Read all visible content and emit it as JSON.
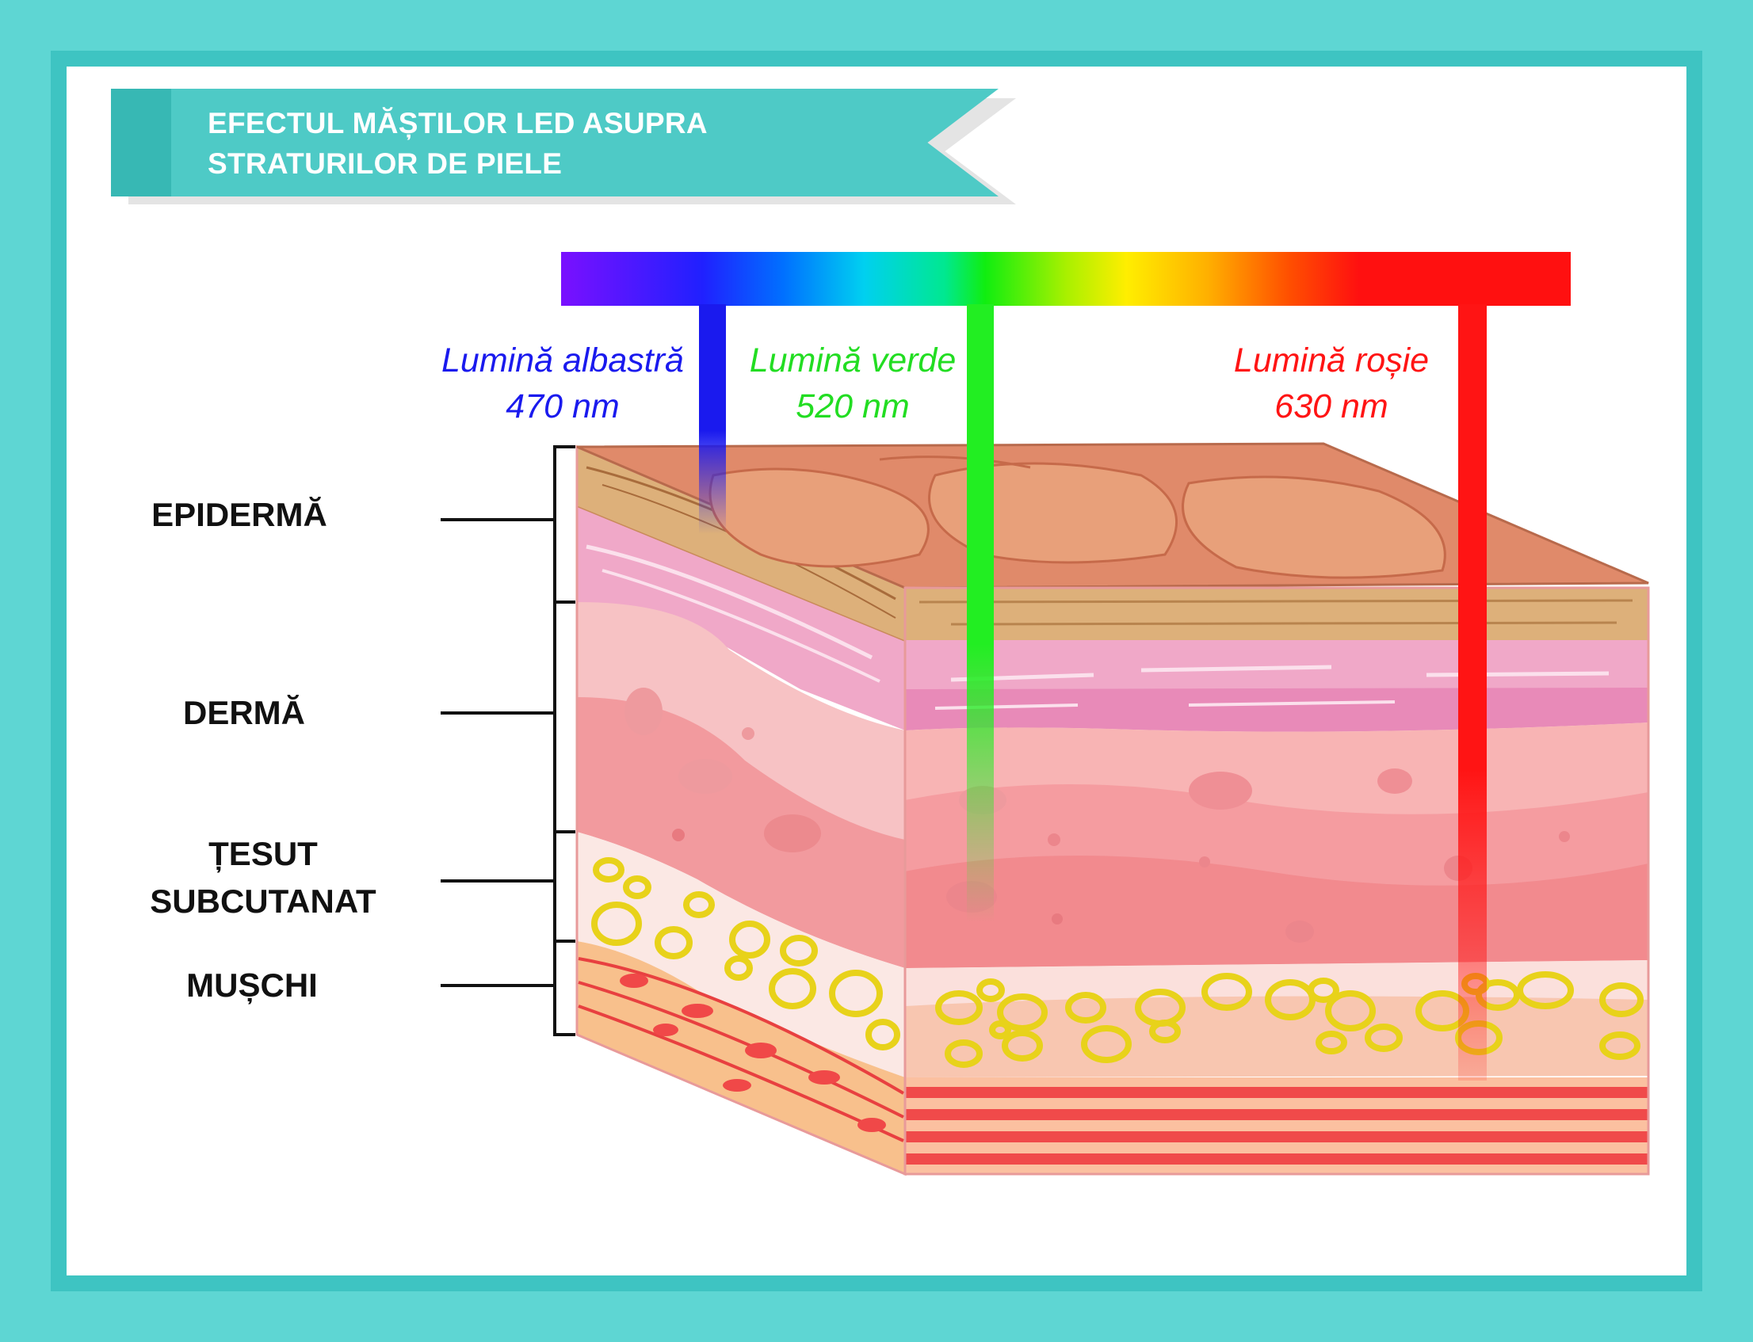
{
  "title": {
    "line1": "EFECTUL MĂȘTILOR LED ASUPRA",
    "line2": "STRATURILOR DE PIELE"
  },
  "lights": [
    {
      "name": "Lumină albastră",
      "wavelength": "470 nm",
      "color": "#1a1aee"
    },
    {
      "name": "Lumină verde",
      "wavelength": "520 nm",
      "color": "#22dd22"
    },
    {
      "name": "Lumină roșie",
      "wavelength": "630 nm",
      "color": "#ff1414"
    }
  ],
  "layers": [
    {
      "label_lines": [
        "EPIDERMĂ"
      ]
    },
    {
      "label_lines": [
        "DERMĂ"
      ]
    },
    {
      "label_lines": [
        "ȚESUT",
        "SUBCUTANAT"
      ]
    },
    {
      "label_lines": [
        "MUȘCHI"
      ]
    }
  ],
  "colors": {
    "frame": "#5ed6d3",
    "banner": "#4ecac6",
    "epidermis_top": "#e08a6a",
    "dermis": "#f4a0a0",
    "fat": "#e8d21a",
    "muscle": "#f04a4a"
  }
}
